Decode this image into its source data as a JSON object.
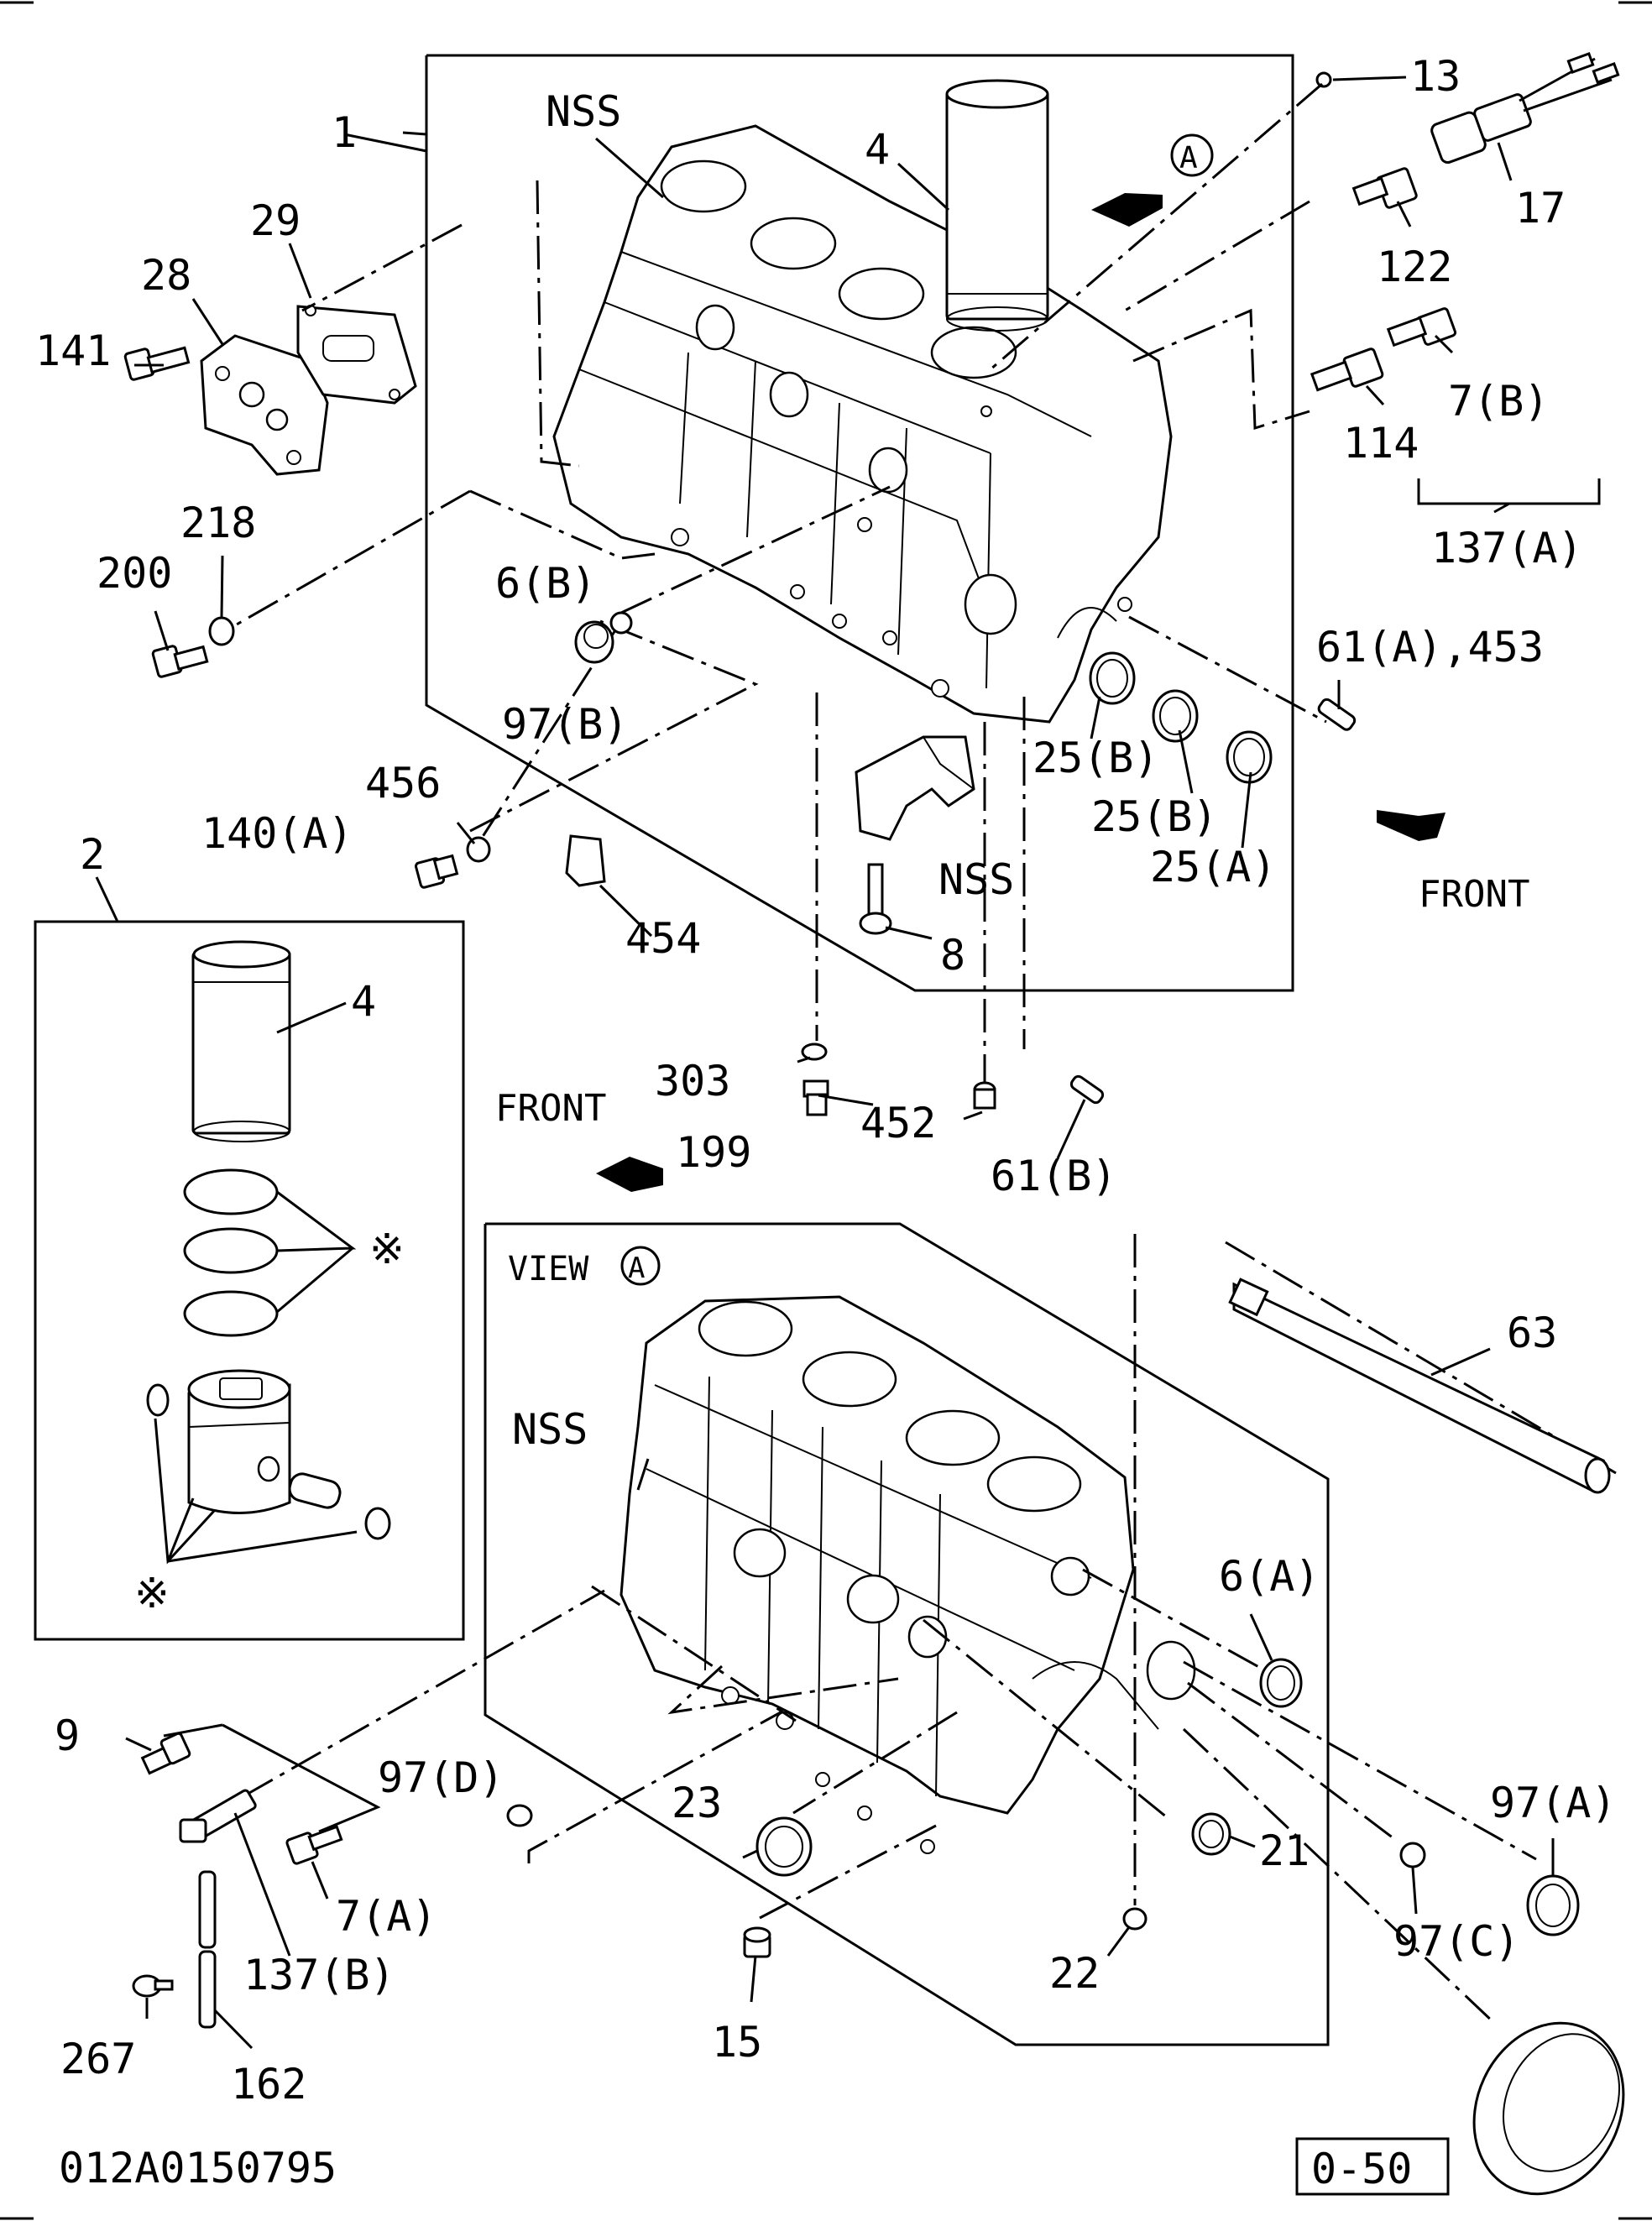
{
  "labels": {
    "nss_top": "NSS",
    "p4_top": "4",
    "view_marker": "A",
    "p13": "13",
    "p17": "17",
    "p122": "122",
    "p7b": "7(B)",
    "p114": "114",
    "p137a": "137(A)",
    "p1": "1",
    "p29": "29",
    "p28": "28",
    "p141": "141",
    "p218": "218",
    "p200": "200",
    "p6b": "6(B)",
    "p97b": "97(B)",
    "p61a_453": "61(A),453",
    "p25b_1": "25(B)",
    "p25b_2": "25(B)",
    "p25a": "25(A)",
    "front_right": "FRONT",
    "p456": "456",
    "p140a": "140(A)",
    "p454": "454",
    "nss_mid": "NSS",
    "p8": "8",
    "p2": "2",
    "p4_kit": "4",
    "star_mark_1": "※",
    "star_mark_2": "※",
    "p303": "303",
    "p199": "199",
    "p452": "452",
    "p61b": "61(B)",
    "front_left": "FRONT",
    "view_a_text": "VIEW",
    "view_a_marker": "A",
    "p63": "63",
    "nss_view": "NSS",
    "p6a": "6(A)",
    "p9": "9",
    "p97d": "97(D)",
    "p23": "23",
    "p21": "21",
    "p97a": "97(A)",
    "p7a": "7(A)",
    "p137b": "137(B)",
    "p97c": "97(C)",
    "p15": "15",
    "p22": "22",
    "p267": "267",
    "p162": "162",
    "drawing_number": "012A0150795",
    "page_ref": "0-50"
  }
}
